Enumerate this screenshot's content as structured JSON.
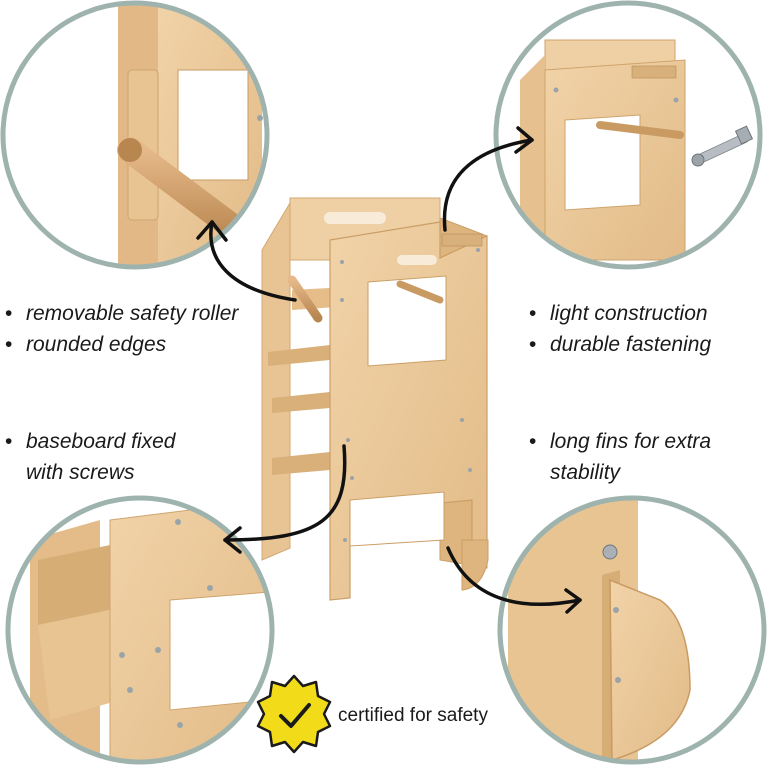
{
  "features": {
    "top_left": [
      "removable safety roller",
      "rounded edges"
    ],
    "top_right": [
      "light construction",
      "durable fastening"
    ],
    "bottom_left": [
      "baseboard fixed\nwith screws"
    ],
    "bottom_right": [
      "long fins for extra\nstability"
    ]
  },
  "badge": {
    "label": "certified for safety",
    "color": "#f2dc1a",
    "check_color": "#1a1a1a"
  },
  "colors": {
    "wood": "#e9c698",
    "wood_dark": "#c99a62",
    "circle_border": "#9fb3ae",
    "arrow": "#111111"
  },
  "icons": [
    "arrow-icon",
    "bolt-icon",
    "check-badge-icon"
  ]
}
